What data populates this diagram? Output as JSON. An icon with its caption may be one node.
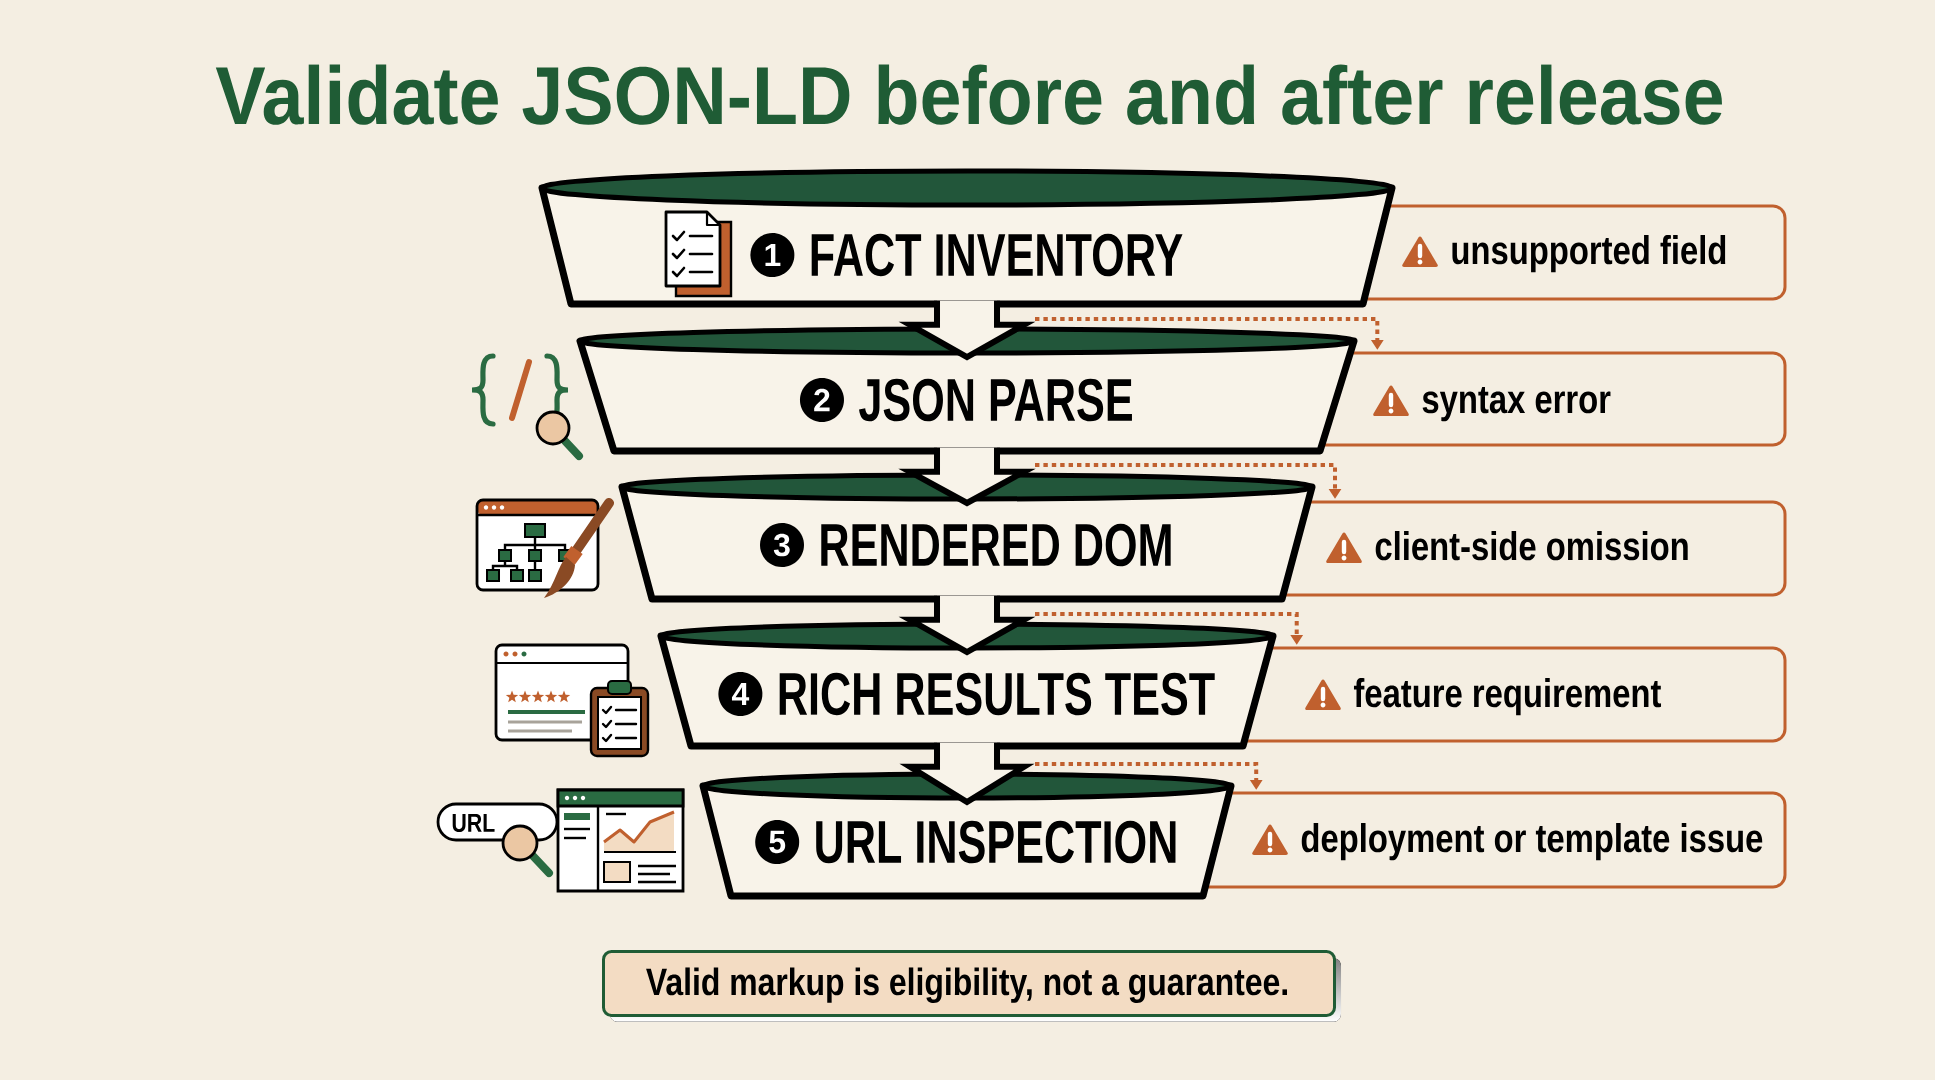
{
  "diagram": {
    "title": "Validate JSON-LD before and after release",
    "nodes": [
      {
        "text": [
          "1",
          "FACT INVENTORY"
        ]
      },
      {
        "text": [
          "unsupported field"
        ]
      },
      {
        "text": [
          "2",
          "JSON PARSE"
        ]
      },
      {
        "text": [
          "syntax error"
        ]
      },
      {
        "text": [
          "3",
          "RENDERED DOM"
        ]
      },
      {
        "text": [
          "client-side omission"
        ]
      },
      {
        "text": [
          "4",
          "RICH RESULTS TEST"
        ]
      },
      {
        "text": [
          "feature requirement"
        ]
      },
      {
        "text": [
          "5",
          "URL INSPECTION"
        ]
      },
      {
        "text": [
          "deployment or template issue"
        ]
      },
      {
        "text": [
          "Valid markup is eligibility, not a guarantee."
        ]
      }
    ],
    "edges": [
      {
        "from": 0,
        "to": 2,
        "arrow": "to"
      },
      {
        "from": 2,
        "to": 4,
        "arrow": "to"
      },
      {
        "from": 4,
        "to": 6,
        "arrow": "to"
      },
      {
        "from": 6,
        "to": 8,
        "arrow": "to"
      },
      {
        "from": 2,
        "to": 3,
        "arrow": "to",
        "style": "dashed",
        "color": "#c0602e"
      },
      {
        "from": 4,
        "to": 5,
        "arrow": "to",
        "style": "dashed",
        "color": "#c0602e"
      },
      {
        "from": 6,
        "to": 7,
        "arrow": "to",
        "style": "dashed",
        "color": "#c0602e"
      },
      {
        "from": 8,
        "to": 9,
        "arrow": "to",
        "style": "dashed",
        "color": "#c0602e"
      }
    ],
    "labels": [
      "URL"
    ]
  }
}
